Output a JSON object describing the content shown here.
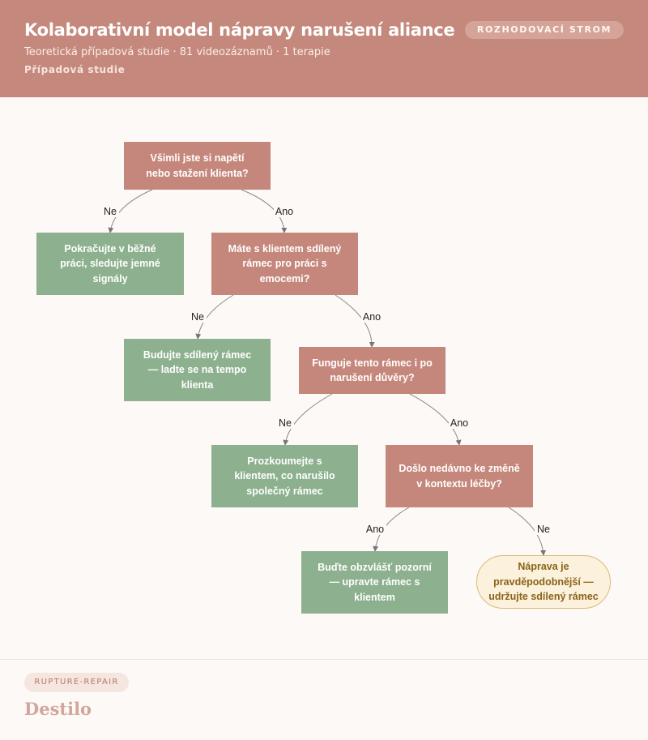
{
  "header": {
    "title": "Kolaborativní model nápravy narušení aliance",
    "subtitle": "Teoretická případová studie · 81 videozáznamů · 1 terapie",
    "kicker": "Případová studie",
    "badge": "ROZHODOVACÍ STROM"
  },
  "tree": {
    "q1": "Všimli jste si napětí nebo stažení klienta?",
    "a1": "Pokračujte v běžné práci, sledujte jemné signály",
    "q2": "Máte s klientem sdílený rámec pro práci s emocemi?",
    "a2": "Budujte sdílený rámec — ladte se na tempo klienta",
    "q3": "Funguje tento rámec i po narušení důvěry?",
    "a3": "Prozkoumejte s klientem, co narušilo společný rámec",
    "q4": "Došlo nedávno ke změně v kontextu léčby?",
    "a4": "Buďte obzvlášť pozorní — upravte rámec s klientem",
    "final": "Náprava je pravděpodobnější — udržujte sdílený rámec"
  },
  "edges": {
    "e1": "Ne",
    "e2": "Ano",
    "e3": "Ne",
    "e4": "Ano",
    "e5": "Ne",
    "e6": "Ano",
    "e7": "Ano",
    "e8": "Ne"
  },
  "colors": {
    "header": "#c5887c",
    "question": "#c5877b",
    "action": "#8db08e",
    "terminal_fill": "#fbf1dc",
    "terminal_border": "#dcba76",
    "connector": "#777777"
  },
  "footer": {
    "tag": "RUPTURE-REPAIR",
    "brand": "Destilo"
  }
}
